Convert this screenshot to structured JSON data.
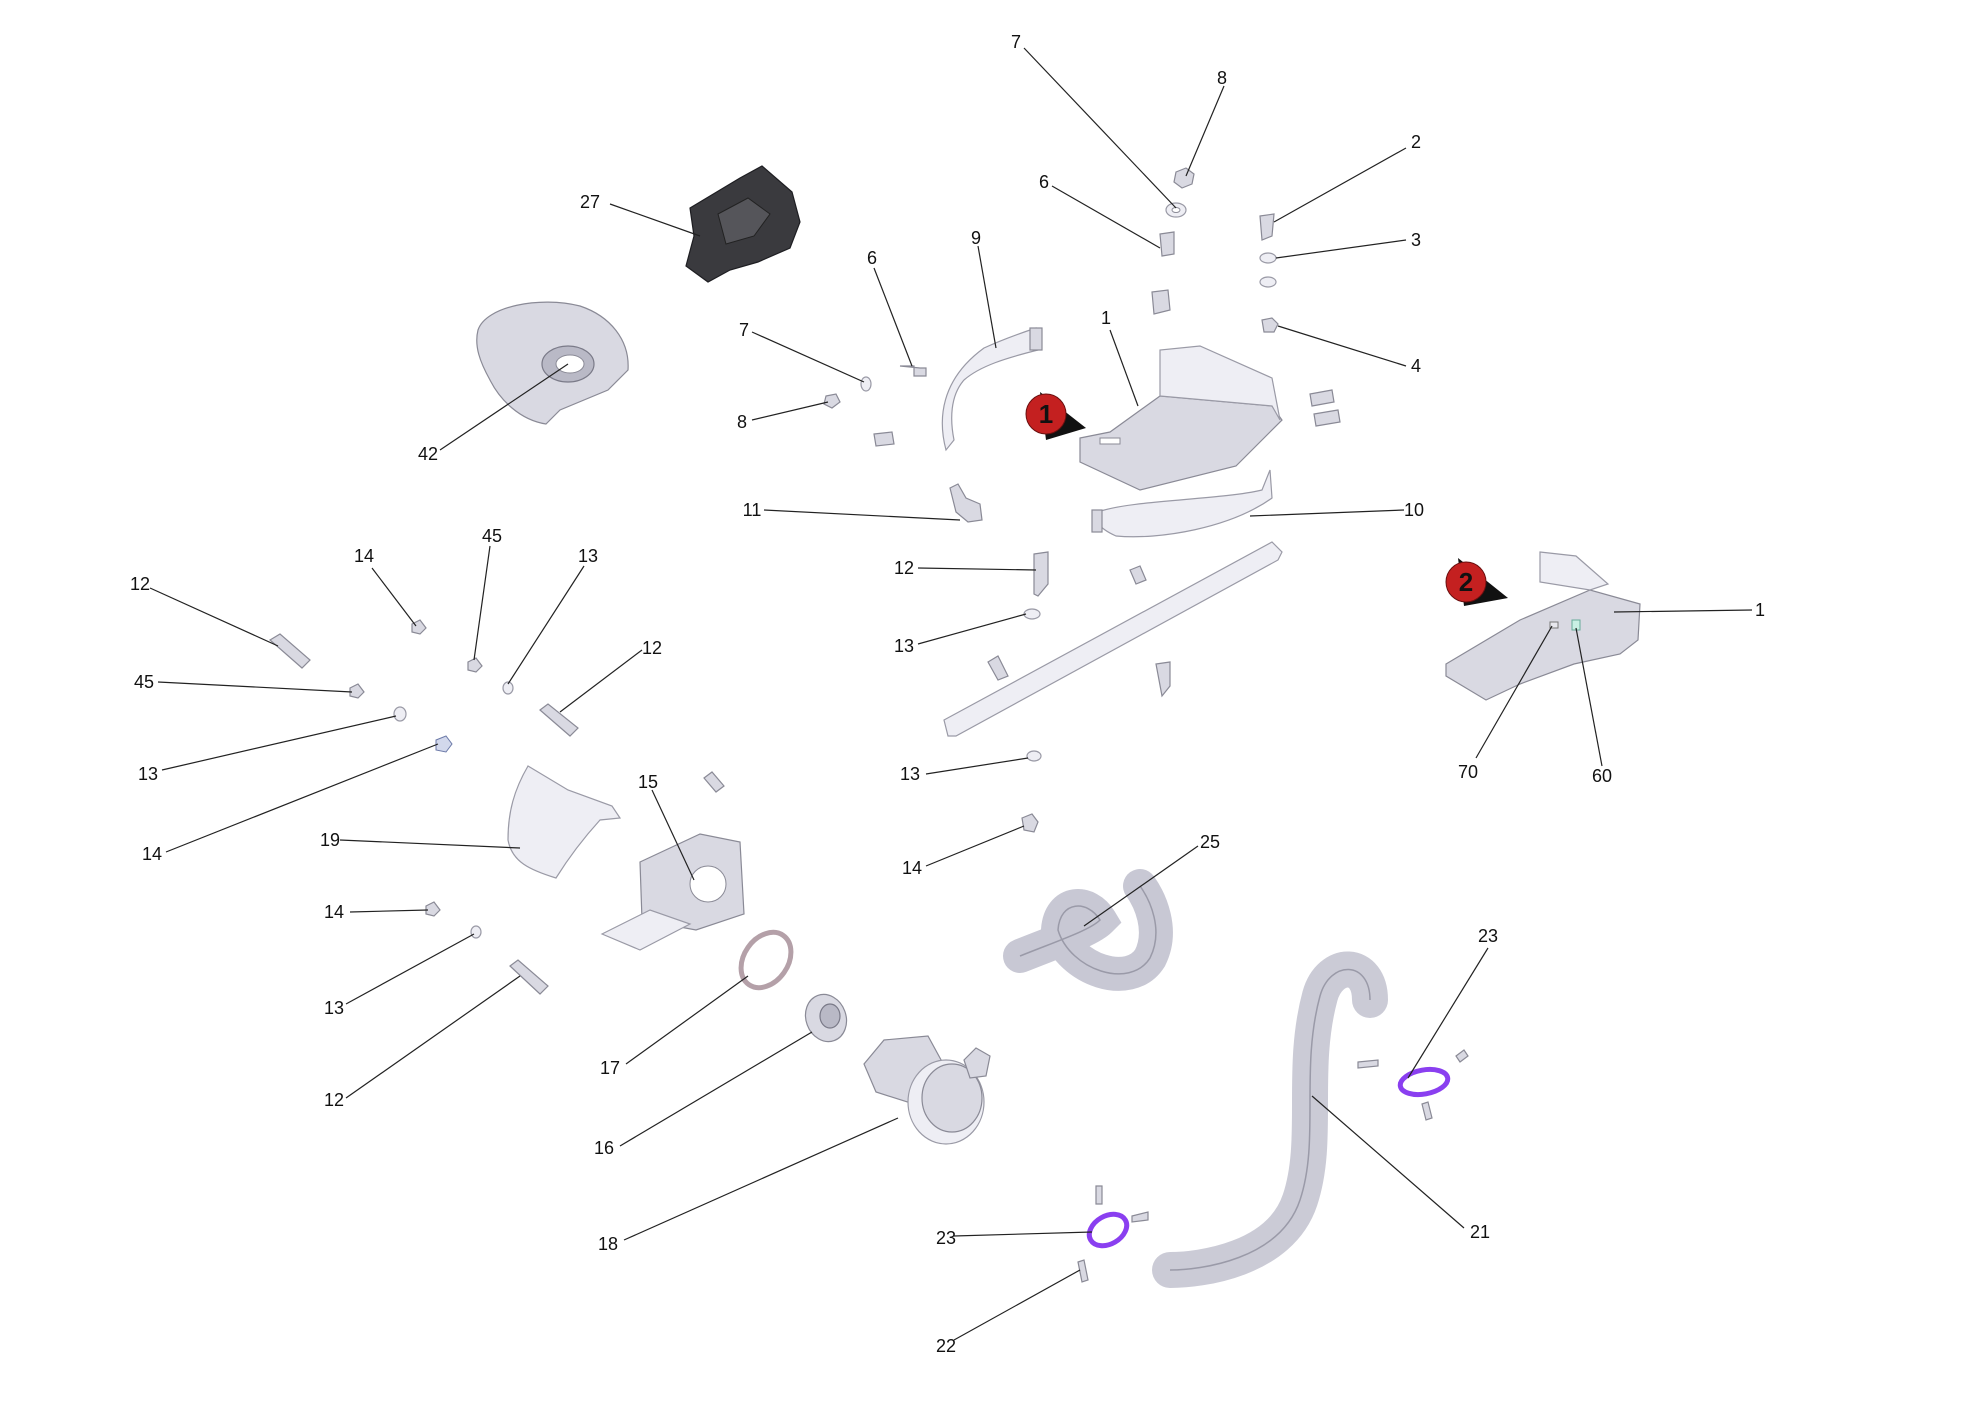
{
  "colors": {
    "marker_red": "#c42020",
    "clamp_purple": "#8a3ff0",
    "rubber_dark": "#3a3a3e",
    "metal_grey": "#d9d9e2"
  },
  "markers": [
    {
      "label": "1"
    },
    {
      "label": "2"
    }
  ],
  "callouts": [
    "7",
    "8",
    "6",
    "2",
    "3",
    "4",
    "27",
    "9",
    "1",
    "6",
    "7",
    "8",
    "42",
    "11",
    "10",
    "12",
    "13",
    "14",
    "45",
    "13",
    "12",
    "12",
    "45",
    "13",
    "14",
    "15",
    "19",
    "14",
    "13",
    "12",
    "1",
    "70",
    "60",
    "13",
    "14",
    "25",
    "17",
    "16",
    "18",
    "23",
    "21",
    "23",
    "22"
  ]
}
